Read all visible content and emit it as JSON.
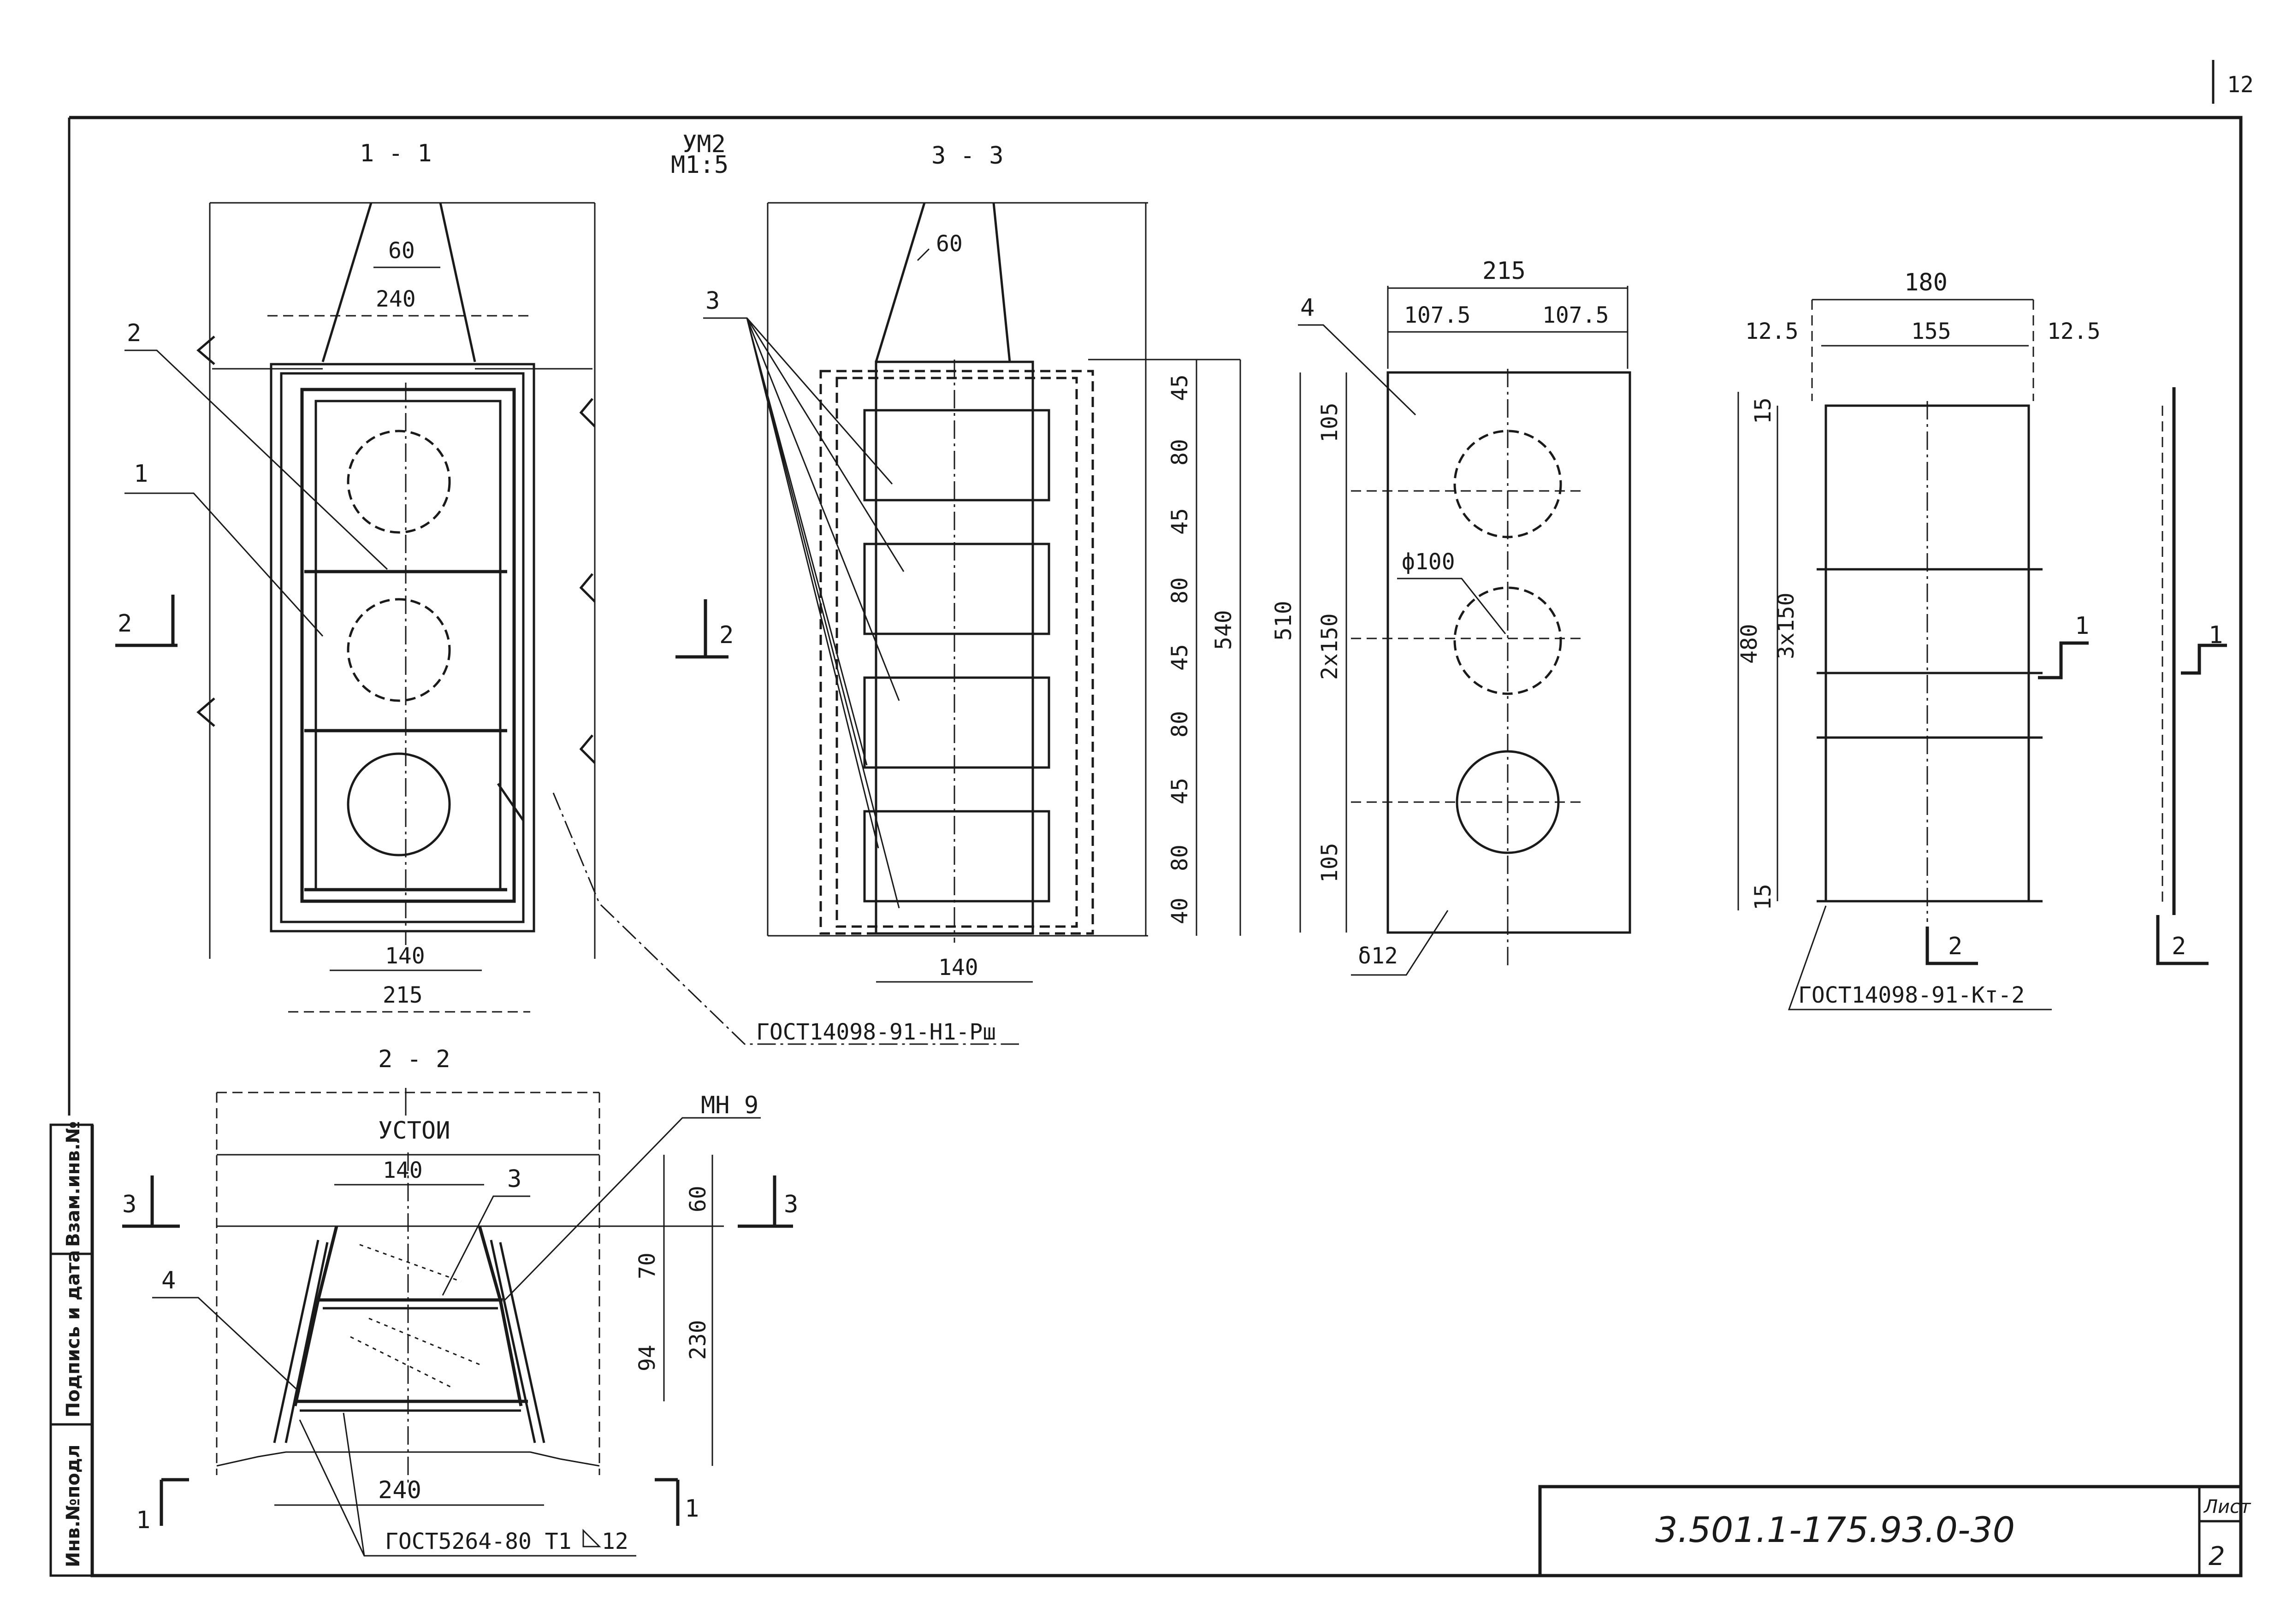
{
  "sheet": {
    "page_number": "12",
    "document_code": "3.501.1-175.93.0-30",
    "sheet_label": "Лист",
    "sheet_number": "2",
    "side_stamp": [
      "Инв.№подл",
      "Подпись и дата",
      "Взам.инв.№"
    ]
  },
  "header": {
    "part_name": "УМ2",
    "scale": "М1:5"
  },
  "section_1_1": {
    "title": "1 - 1",
    "dims": [
      "60",
      "240",
      "140",
      "215"
    ],
    "callouts": [
      "2",
      "1"
    ],
    "cut_mark": "2",
    "weld_ref": "ГОСТ14098-91-Н1-Рш"
  },
  "section_3_3": {
    "title": "3 - 3",
    "dims_top": [
      "60"
    ],
    "callout": "3",
    "cut_mark": "2",
    "vertical_dims": [
      "45",
      "80",
      "45",
      "80",
      "45",
      "80",
      "45",
      "80",
      "40"
    ],
    "overall": "540",
    "bottom": "140"
  },
  "plate_4": {
    "callout": "4",
    "dims_top": [
      "215",
      "107.5",
      "107.5"
    ],
    "left_dims": [
      "105",
      "2x150",
      "105"
    ],
    "overall": "510",
    "hole": "ф100",
    "thickness": "δ12"
  },
  "plate_kt": {
    "dims_top": [
      "180",
      "12.5",
      "155",
      "12.5"
    ],
    "left_dims": [
      "15",
      "3x150",
      "15"
    ],
    "overall": "480",
    "cut_top": "1",
    "cut_bottom": "2",
    "weld_ref": "ГОСТ14098-91-Кт-2"
  },
  "side_view": {
    "cut_top": "1",
    "cut_bottom": "2"
  },
  "section_2_2": {
    "title": "2 - 2",
    "subtitle": "УСТОИ",
    "mark": "МН 9",
    "dims": [
      "140",
      "240"
    ],
    "vertical_dims": [
      "60",
      "70",
      "94",
      "230"
    ],
    "callouts": [
      "3",
      "4"
    ],
    "cut_left": "3",
    "cut_right": "3",
    "cut_bl": "1",
    "cut_br": "1",
    "weld_ref": "ГОСТ5264-80 Т1",
    "weld_leg": "12"
  }
}
